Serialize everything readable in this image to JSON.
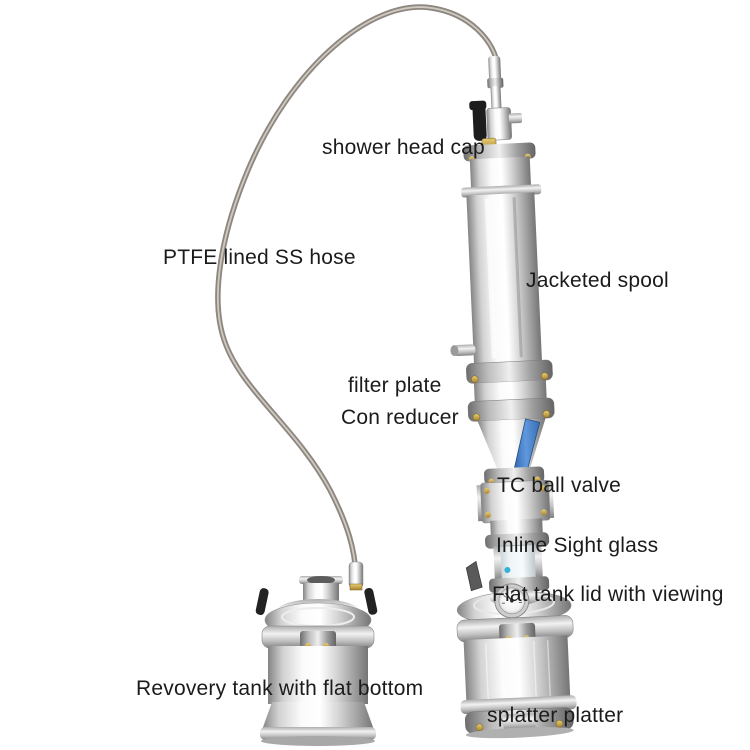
{
  "labels": {
    "shower_head_cap": "shower head cap",
    "ptfe_hose": "PTFE lined SS hose",
    "jacketed_spool": "Jacketed spool",
    "filter_plate": "filter plate",
    "con_reducer": "Con reducer",
    "tc_ball_valve": "TC ball valve",
    "inline_sight_glass": "Inline Sight glass",
    "flat_tank_lid": "Flat tank lid with viewing",
    "recovery_tank": "Revovery tank with flat bottom",
    "splatter_platter": "splatter platter"
  },
  "colors": {
    "background": "#ffffff",
    "label_text": "#1b1b1b",
    "steel_highlight": "#fbfbfb",
    "steel_mid": "#c9c9c9",
    "steel_shadow": "#757575",
    "valve_handle_blue": "#5f98de",
    "hose": "#98928a",
    "handle_black": "#1d1d1d",
    "brass_fitting": "#c9a23f",
    "sight_glass_dot_blue": "#35b0d8"
  }
}
